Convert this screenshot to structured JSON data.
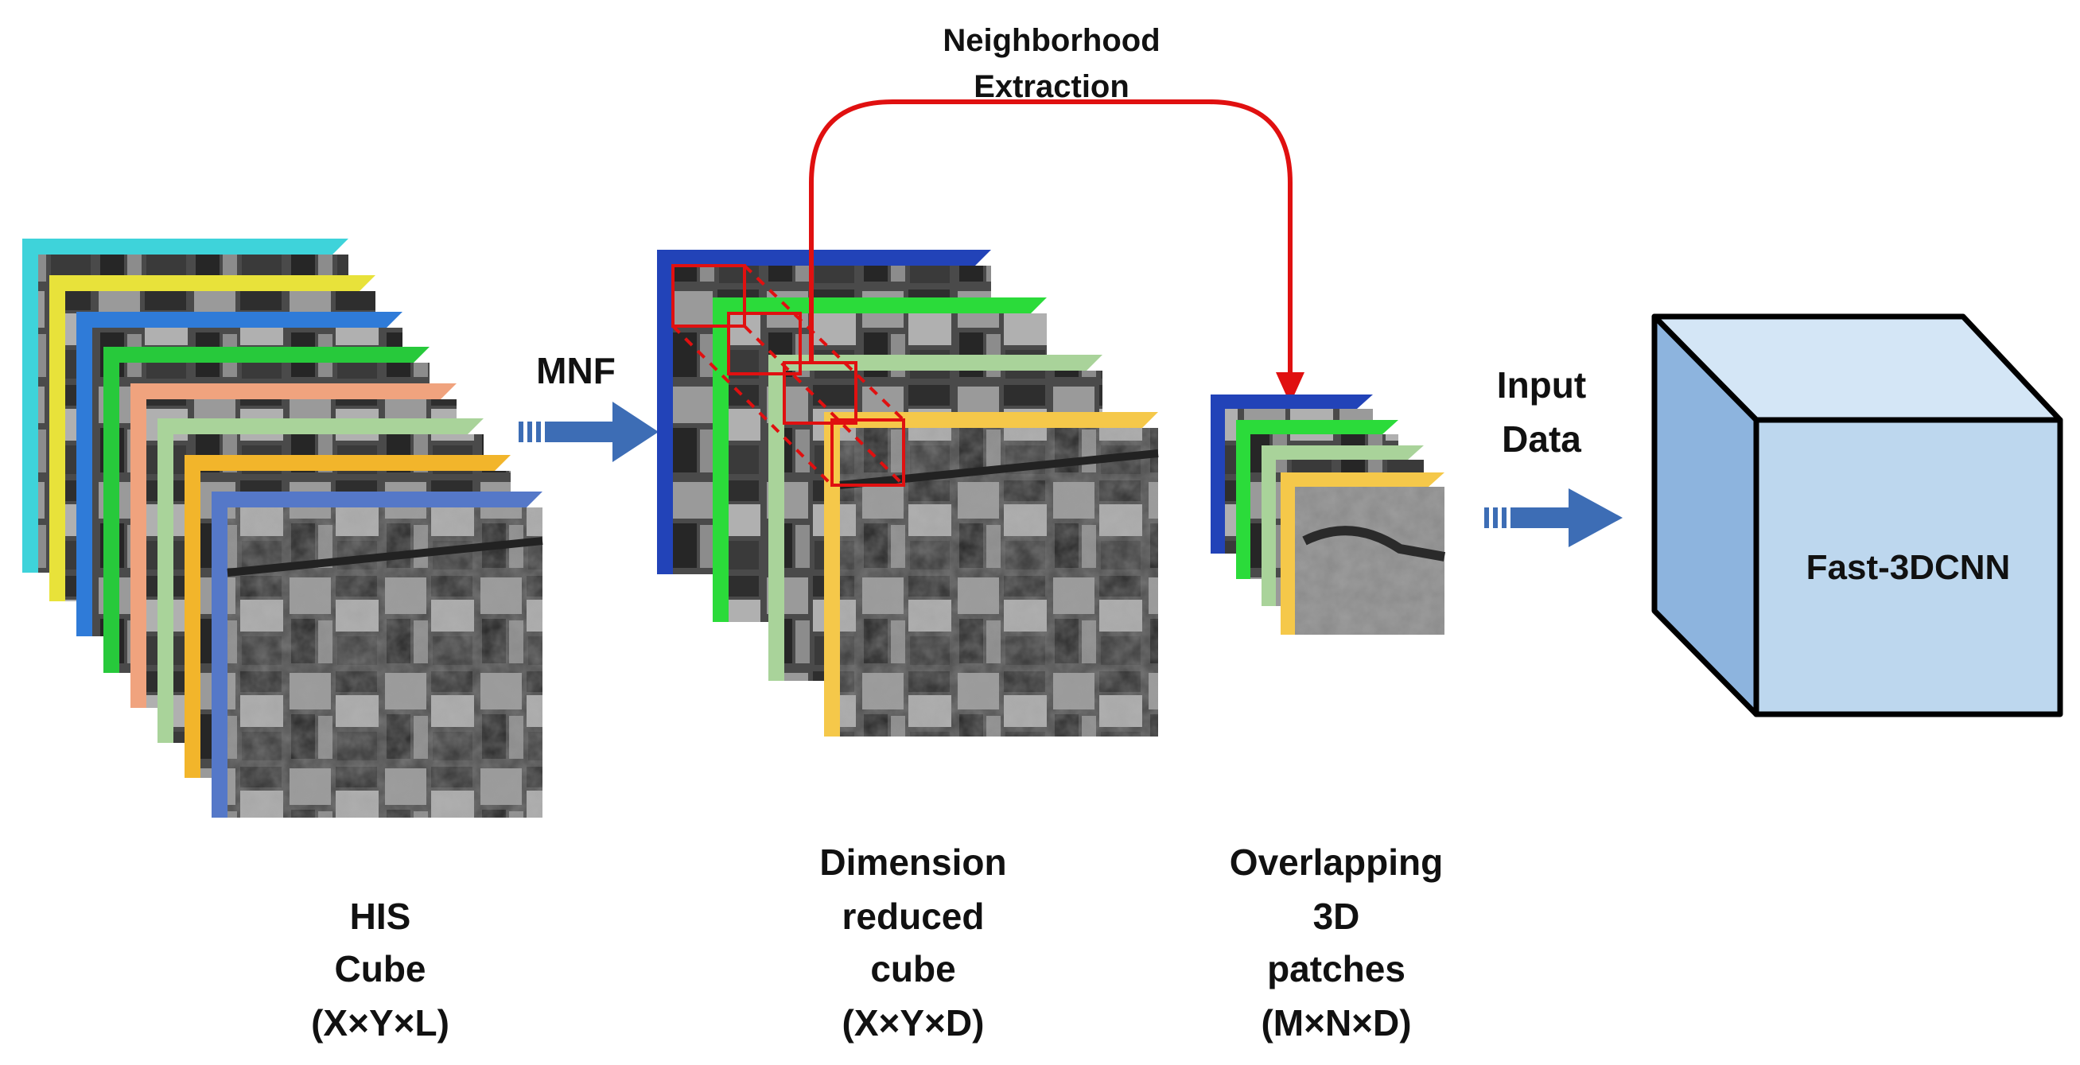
{
  "labels": {
    "his_cube": [
      "HIS",
      "Cube",
      "(X×Y×L)"
    ],
    "reduced_cube": [
      "Dimension",
      "reduced",
      "cube",
      "(X×Y×D)"
    ],
    "patches": [
      "Overlapping",
      "3D",
      "patches",
      "(M×N×D)"
    ],
    "mnf": "MNF",
    "neighborhood": [
      "Neighborhood",
      "Extraction"
    ],
    "input_data": [
      "Input",
      "Data"
    ],
    "model": "Fast-3DCNN"
  },
  "colors": {
    "his_layers": [
      "#3ED3DA",
      "#E8E23A",
      "#2F7BD8",
      "#27C93B",
      "#F0A37E",
      "#A9D39A",
      "#F2B52B",
      "#5578C8"
    ],
    "reduced_layers": [
      "#2243B8",
      "#2BDB3A",
      "#A9D39A",
      "#F5C84A"
    ],
    "patch_layers": [
      "#2243B8",
      "#2BDB3A",
      "#A9D39A",
      "#F5C84A"
    ],
    "arrow": "#3D6DB5",
    "extraction": "#E01010",
    "cube_front": "#BDD7EE",
    "cube_side": "#8DB4DE",
    "cube_top": "#D4E6F6"
  }
}
